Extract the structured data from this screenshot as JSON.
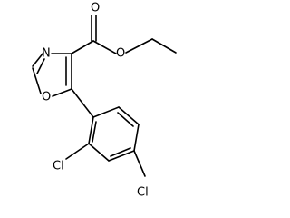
{
  "molecule": {
    "atoms": {
      "carbonyl_oxygen": "O",
      "ester_oxygen": "O",
      "ring_nitrogen": "N",
      "ring_oxygen": "O",
      "chlorine_2": "Cl",
      "chlorine_4": "Cl"
    }
  }
}
